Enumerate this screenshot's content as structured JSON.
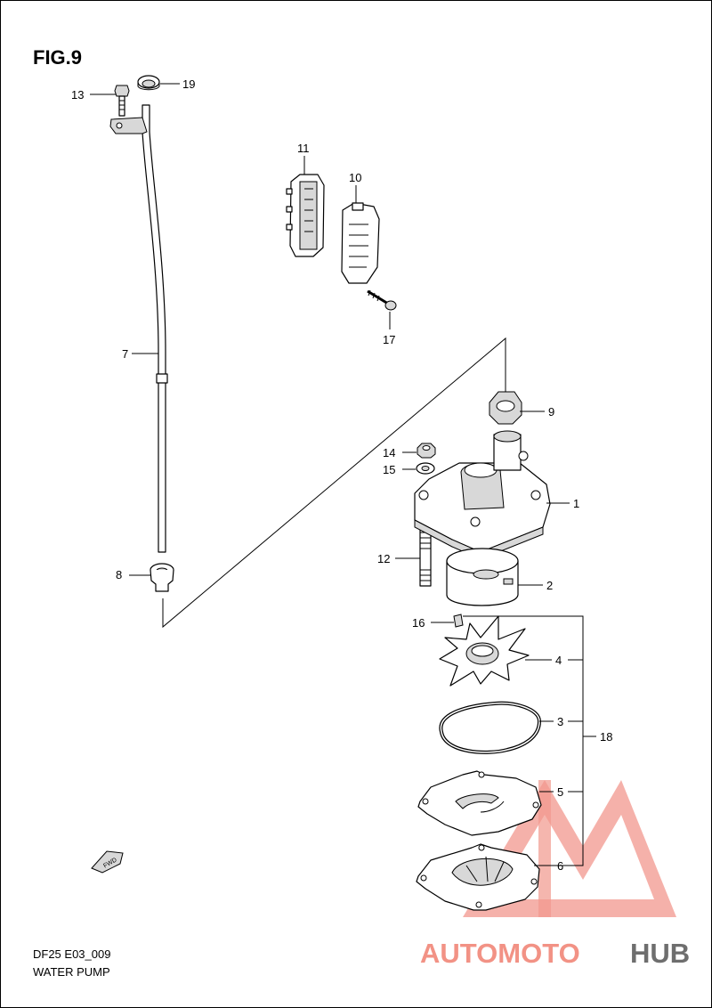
{
  "figure": {
    "title": "FIG.9"
  },
  "caption": {
    "model": "DF25 E03_009",
    "section": "WATER PUMP"
  },
  "direction_badge": {
    "label": "FWD"
  },
  "watermark": {
    "text_a": "AUTOMOTO",
    "text_b": "HUB",
    "color_primary": "#f08070",
    "color_secondary": "#555555"
  },
  "callouts": {
    "p1": "1",
    "p2": "2",
    "p3": "3",
    "p4": "4",
    "p5": "5",
    "p6": "6",
    "p7": "7",
    "p8": "8",
    "p9": "9",
    "p10": "10",
    "p11": "11",
    "p12": "12",
    "p13": "13",
    "p14": "14",
    "p15": "15",
    "p16": "16",
    "p17": "17",
    "p18": "18",
    "p19": "19"
  }
}
